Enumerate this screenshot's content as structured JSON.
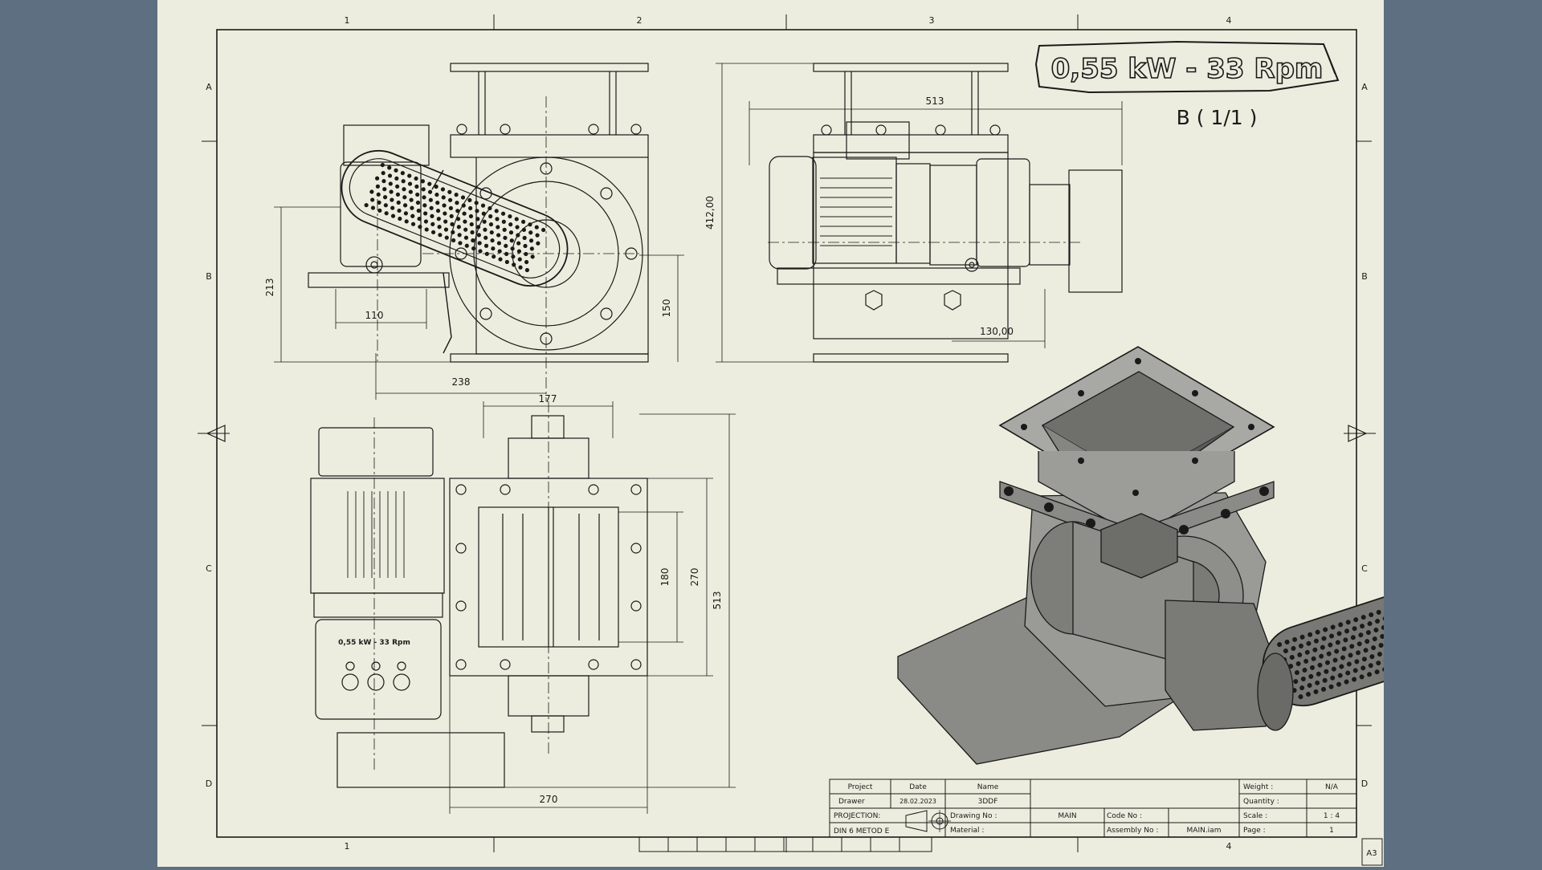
{
  "sheet": {
    "colors": {
      "background": "#5f6f82",
      "paper": "#ededdf",
      "ink": "#1a1a1a",
      "shade": "#8a8a86"
    },
    "zones": {
      "columns": [
        "1",
        "2",
        "3",
        "4"
      ],
      "rows": [
        "A",
        "B",
        "C",
        "D"
      ],
      "sheet_size": "A3"
    },
    "headline": {
      "title": "0,55 kW - 33 Rpm",
      "view_label": "B ( 1/1 )"
    },
    "dimensions": {
      "side_height": "213",
      "side_base": "110",
      "side_width": "238",
      "side_flange": "150",
      "front_height": "412,00",
      "front_width": "513",
      "front_offset": "130,00",
      "top_width": "177",
      "top_depth": "513",
      "top_flange": "270",
      "top_inner": "180",
      "top_bottom": "270"
    },
    "motor_plate": "0,55 kW - 33 Rpm",
    "title_block": {
      "project_label": "Project",
      "date_label": "Date",
      "name_label": "Name",
      "drawer_label": "Drawer",
      "date": "28.02.2023",
      "name": "3DDF",
      "projection_label": "PROJECTION:",
      "method": "DIN 6 METOD E",
      "drawing_no_label": "Drawing No :",
      "drawing_no": "MAIN",
      "material_label": "Material :",
      "code_no_label": "Code No :",
      "assembly_no_label": "Assembly No :",
      "assembly_no": "MAIN.iam",
      "weight_label": "Weight :",
      "weight": "N/A",
      "quantity_label": "Quantity :",
      "scale_label": "Scale :",
      "scale": "1 : 4",
      "page_label": "Page :",
      "page": "1"
    }
  }
}
